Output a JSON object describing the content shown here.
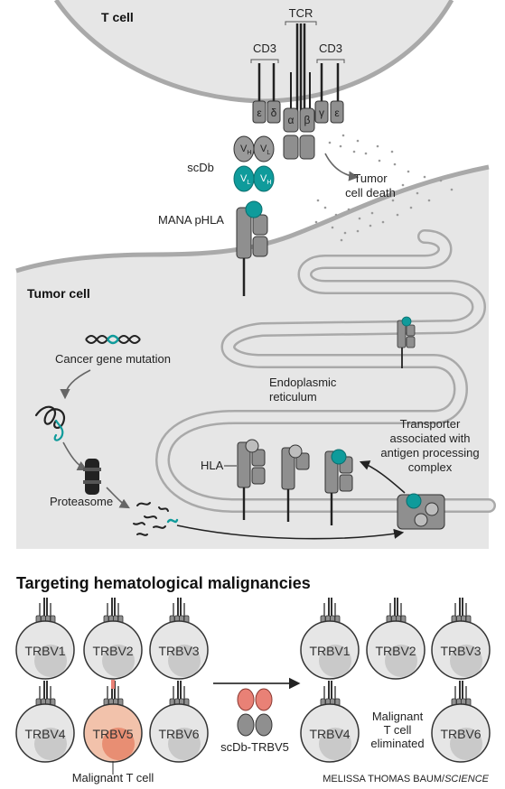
{
  "colors": {
    "cytoplasm": "#e6e6e6",
    "membrane": "#a9a9a9",
    "protein": "#8f8f8f",
    "teal": "#0f9b9b",
    "malignant": "#f2c2ab",
    "malignant_nucleus": "#e88e73",
    "bispecific": "#e98176"
  },
  "top": {
    "t_cell_label": "T cell",
    "tumor_cell_label": "Tumor cell",
    "tcr_label": "TCR",
    "cd3_left_label": "CD3",
    "cd3_right_label": "CD3",
    "chains": {
      "epsilon_left": "ε",
      "delta": "δ",
      "alpha": "α",
      "beta": "β",
      "gamma": "γ",
      "epsilon_right": "ε"
    },
    "scdb_label": "scDb",
    "vh": "V",
    "vh_sub": "H",
    "vl": "V",
    "vl_sub": "L",
    "tumor_cell_death": [
      "Tumor",
      "cell death"
    ],
    "mana_phla_label": "MANA pHLA",
    "cancer_gene_mutation": "Cancer gene mutation",
    "proteasome": "Proteasome",
    "er_label": [
      "Endoplasmic",
      "reticulum"
    ],
    "tap_label": [
      "Transporter",
      "associated with",
      "antigen processing",
      "complex"
    ],
    "hla_label": "HLA"
  },
  "bottom": {
    "title": "Targeting hematological malignancies",
    "left_cells": [
      "TRBV1",
      "TRBV2",
      "TRBV3",
      "TRBV4",
      "TRBV5",
      "TRBV6"
    ],
    "right_cells": [
      "TRBV1",
      "TRBV2",
      "TRBV3",
      "TRBV4",
      "TRBV6"
    ],
    "malignant_label": "Malignant T cell",
    "drug_label": "scDb-TRBV5",
    "eliminated_label": [
      "Malignant",
      "T cell",
      "eliminated"
    ],
    "credit_name": "MELISSA THOMAS BAUM/",
    "credit_source": "SCIENCE"
  }
}
